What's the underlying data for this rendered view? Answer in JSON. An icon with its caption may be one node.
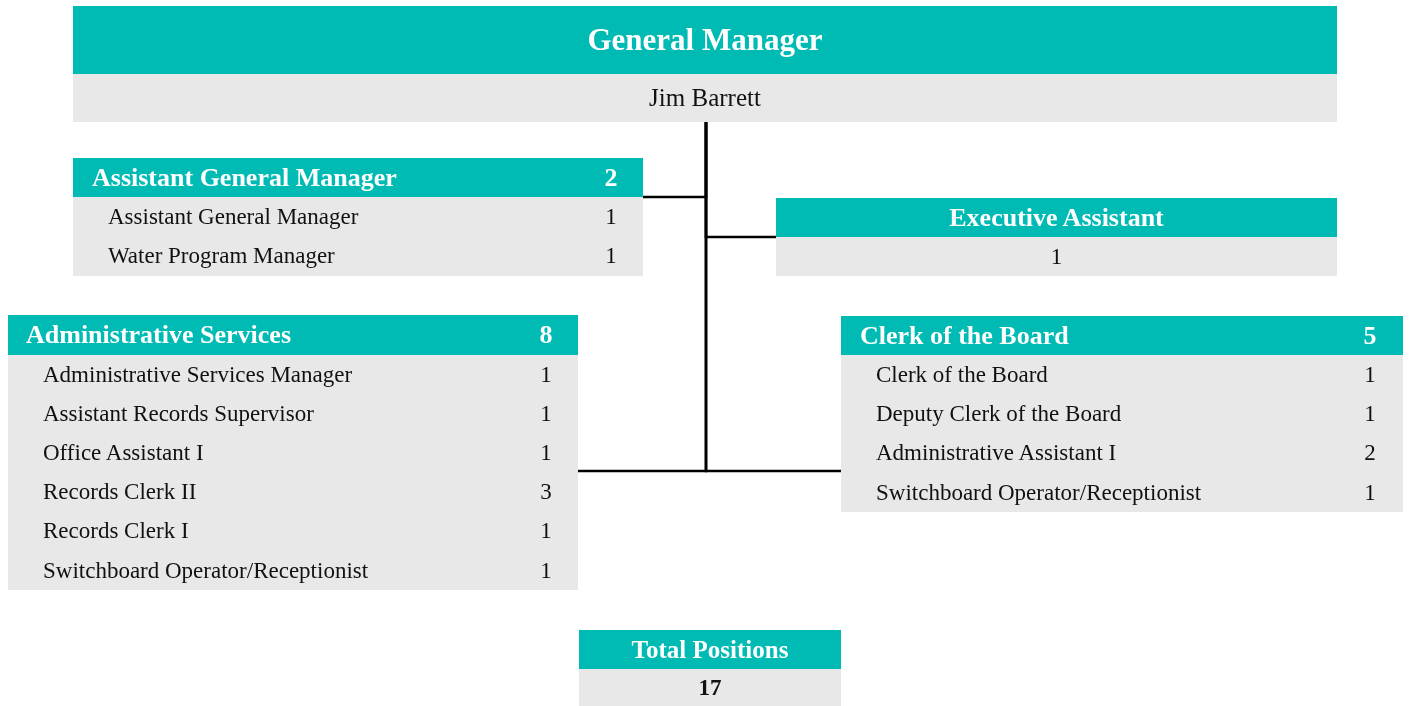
{
  "diagram": {
    "nodes": [
      {
        "text": [
          "General Manager",
          "Jim Barrett"
        ]
      },
      {
        "text": [
          "Assistant General Manager",
          "2",
          "Assistant General Manager",
          "1",
          "Water Program Manager",
          "1"
        ]
      },
      {
        "text": [
          "Executive Assistant",
          "1"
        ]
      },
      {
        "text": [
          "Administrative Services",
          "8",
          "Administrative Services Manager",
          "1",
          "Assistant Records Supervisor",
          "1",
          "Office Assistant I",
          "1",
          "Records Clerk II",
          "3",
          "Records Clerk I",
          "1",
          "Switchboard Operator/Receptionist",
          "1"
        ]
      },
      {
        "text": [
          "Clerk of the Board",
          "5",
          "Clerk of the Board",
          "1",
          "Deputy Clerk of the Board",
          "1",
          "Administrative Assistant I",
          "2",
          "Switchboard Operator/Receptionist",
          "1"
        ]
      },
      {
        "text": [
          "Total Positions",
          "17"
        ]
      }
    ],
    "edges": [
      {
        "from": 0,
        "to": 1,
        "arrow": "none"
      },
      {
        "from": 0,
        "to": 2,
        "arrow": "none"
      },
      {
        "from": 0,
        "to": 3,
        "arrow": "none"
      },
      {
        "from": 0,
        "to": 4,
        "arrow": "none"
      }
    ]
  }
}
